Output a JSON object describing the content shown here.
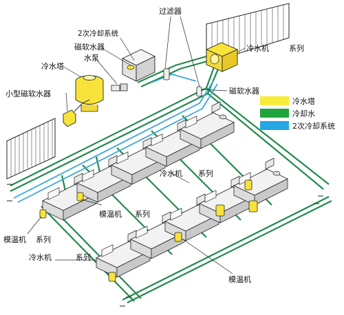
{
  "labels": {
    "filter": "过滤器",
    "secondary_cooling_system": "2次冷却系统",
    "magnetic_softener_top": "磁软水器",
    "water_pump": "水泵",
    "cooling_tower": "冷水塔",
    "small_magnetic_softener": "小型磁软水器",
    "chiller_top": "冷水机",
    "series_top": "系列",
    "magnetic_softener_right": "磁软水器",
    "chiller_mid": "冷水机",
    "series_mid": "系列",
    "mold_temp_mid": "模温机",
    "series_mid2": "系列",
    "mold_temp_left": "模温机",
    "series_left": "系列",
    "chiller_bottom": "冷水机",
    "series_bottom": "系列",
    "mold_temp_bottom": "模温机"
  },
  "legend": {
    "items": [
      {
        "label": "冷水塔",
        "color": "#f8ec3a"
      },
      {
        "label": "冷却水",
        "color": "#1fa33c"
      },
      {
        "label": "2次冷却系统",
        "color": "#27a6e3"
      }
    ]
  },
  "colors": {
    "green_pipe": "#1f8a4a",
    "blue_pipe": "#3aa6dc",
    "yellow_equipment": "#f7e33a",
    "building_outline": "#222222"
  }
}
